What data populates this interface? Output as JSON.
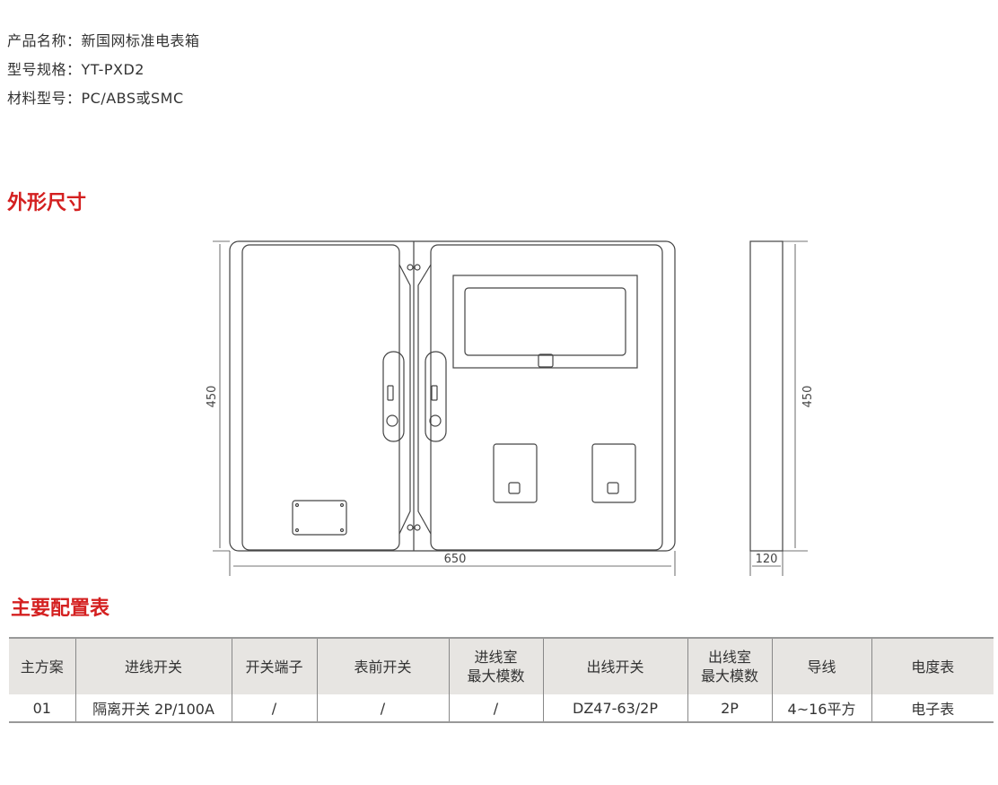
{
  "product": {
    "name_label": "产品名称：",
    "name": "新国网标准电表箱",
    "model_label": "型号规格：",
    "model": "YT-PXD2",
    "material_label": "材料型号：",
    "material": "PC/ABS或SMC"
  },
  "sections": {
    "dimensions": "外形尺寸",
    "config": "主要配置表"
  },
  "dimensions": {
    "height": "450",
    "width": "650",
    "depth": "120",
    "side_height": "450"
  },
  "table": {
    "headers": [
      "主方案",
      "进线开关",
      "开关端子",
      "表前开关",
      "进线室\n最大模数",
      "出线开关",
      "出线室\n最大模数",
      "导线",
      "电度表"
    ],
    "rows": [
      [
        "01",
        "隔离开关 2P/100A",
        "/",
        "/",
        "/",
        "DZ47-63/2P",
        "2P",
        "4~16平方",
        "电子表"
      ]
    ]
  },
  "colors": {
    "accent": "#d42020",
    "header_bg": "#e7e5e2"
  }
}
